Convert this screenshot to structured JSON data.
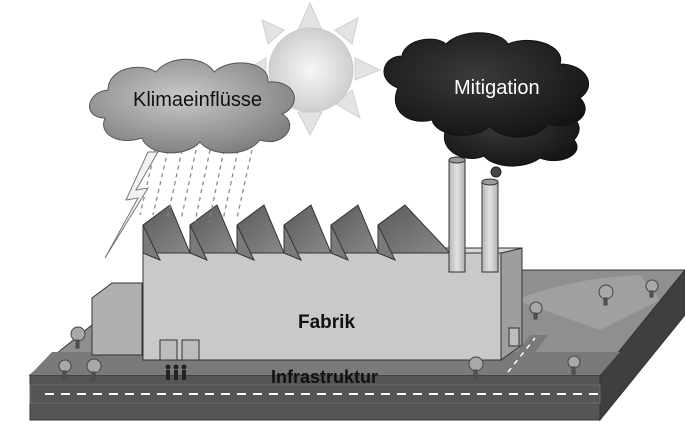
{
  "labels": {
    "climate_impacts": "Klimaeinflüsse",
    "mitigation": "Mitigation",
    "factory": "Fabrik",
    "infrastructure": "Infrastruktur"
  },
  "colors": {
    "ground_top": "#8c8c8c",
    "ground_side": "#555555",
    "factory_wall": "#c9c9c9",
    "roof_dark": "#6e6e6e",
    "storm_cloud": "#9a9a9a",
    "emission_cloud": "#2a2a2a",
    "sun": "#e6e6e6"
  },
  "icons": [
    "sun-icon",
    "lightning-icon",
    "rain-icon",
    "tree-icon",
    "people-icon",
    "chimney-icon"
  ]
}
